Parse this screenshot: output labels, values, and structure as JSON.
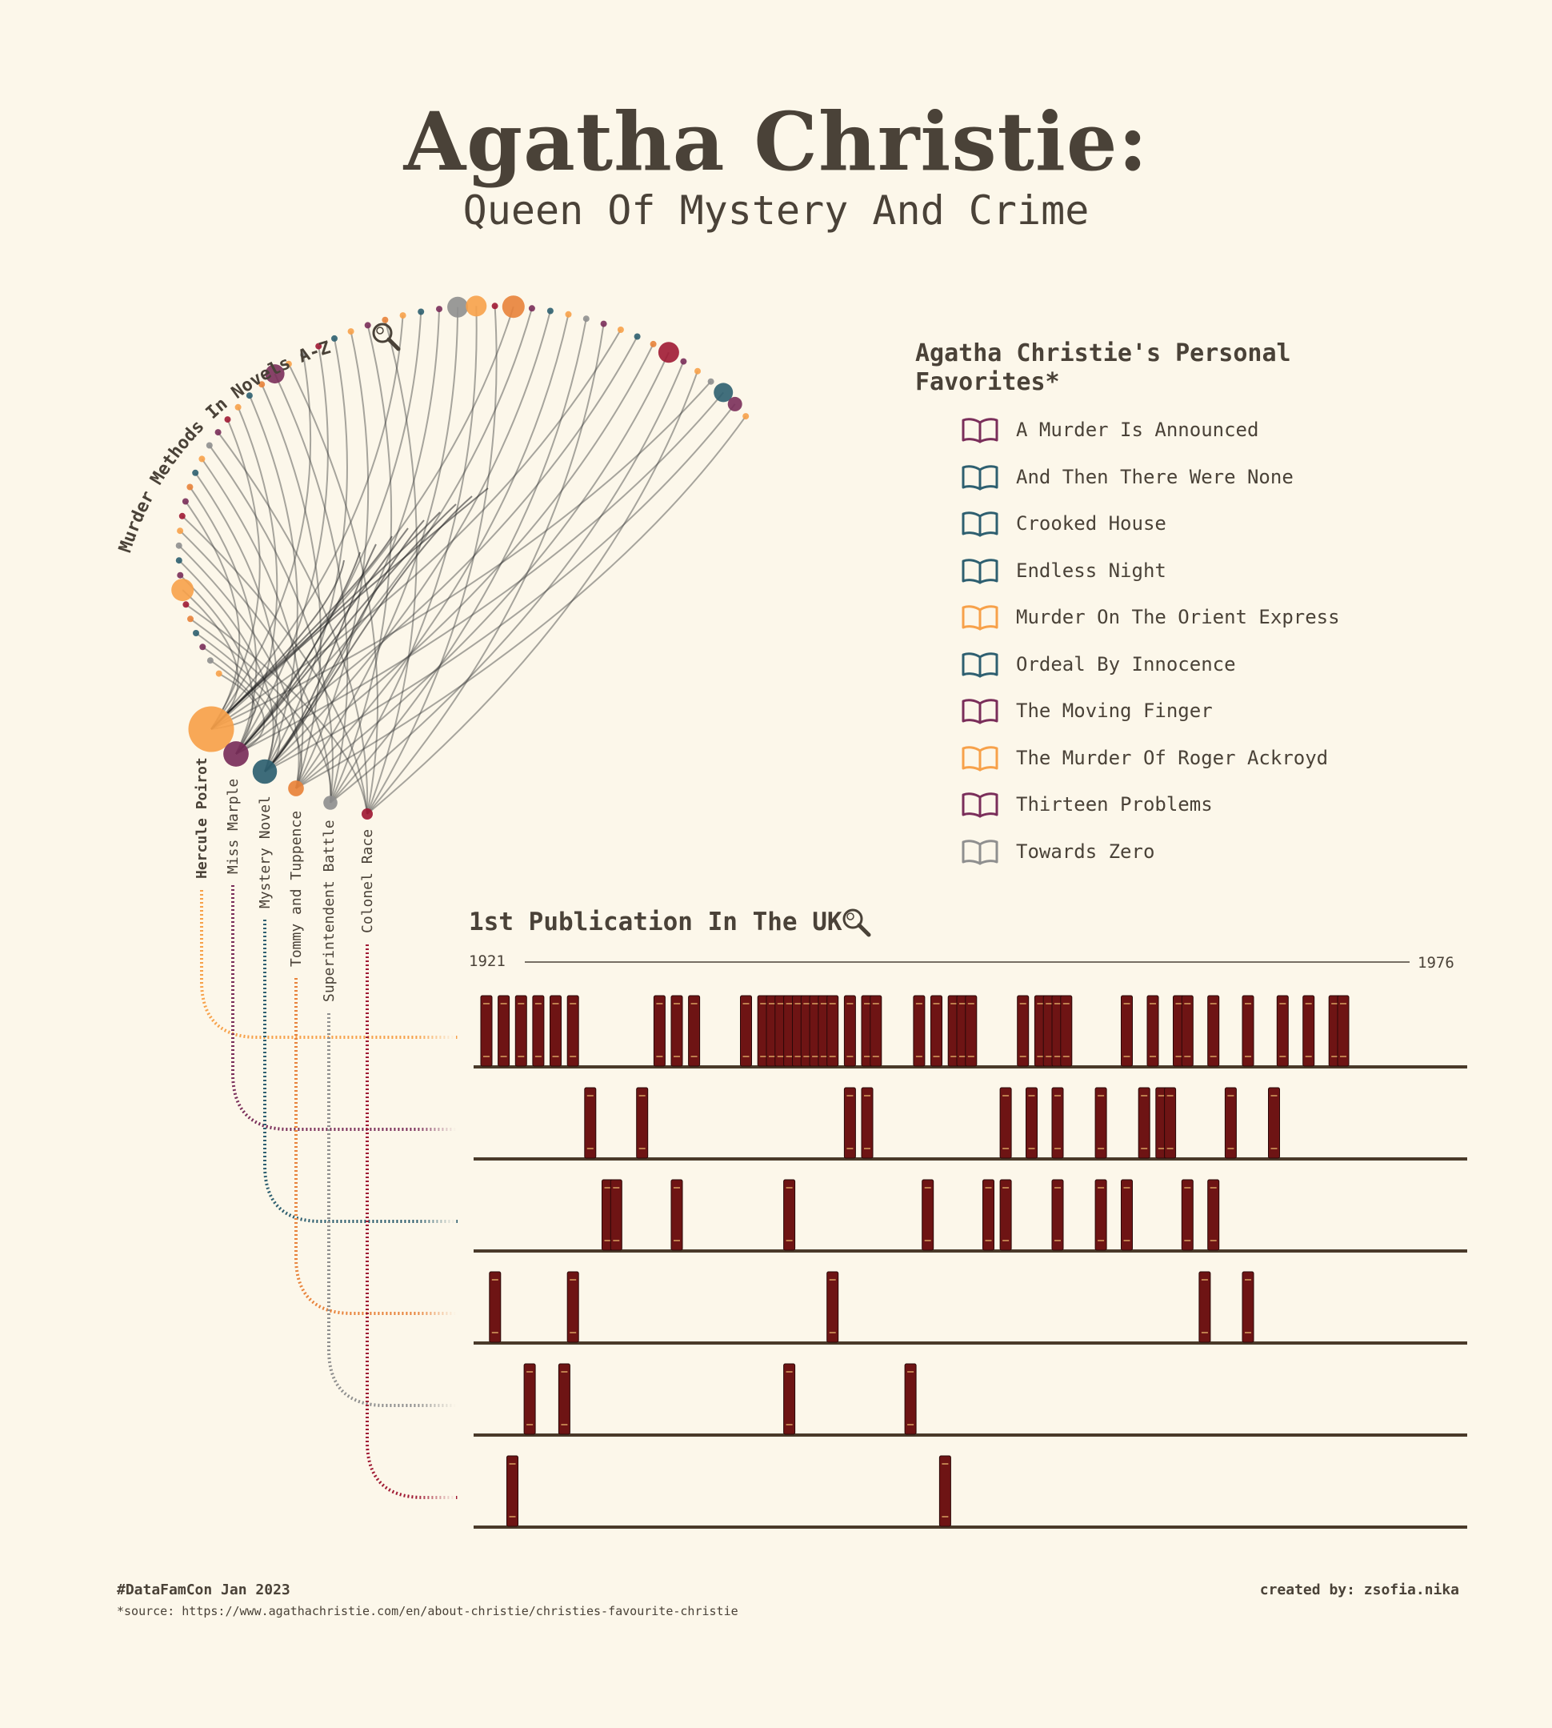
{
  "header": {
    "title": "Agatha Christie:",
    "subtitle": "Queen Of Mystery And Crime"
  },
  "arc_section": {
    "title": "Murder Methods In Novels A-Z",
    "icon": "magnifier-icon",
    "detectives": [
      "Hercule Poirot",
      "Miss Marple",
      "Mystery Novel",
      "Tommy and Tuppence",
      "Superintendent Battle",
      "Colonel Race"
    ]
  },
  "favorites": {
    "title_line1": "Agatha Christie's Personal",
    "title_line2": "Favorites*",
    "items": [
      {
        "title": "A Murder Is Announced",
        "color": "#7a2e5a",
        "icon": "open-book-icon"
      },
      {
        "title": "And Then There Were None",
        "color": "#2e5f70",
        "icon": "open-book-icon"
      },
      {
        "title": "Crooked House",
        "color": "#2e5f70",
        "icon": "open-book-icon"
      },
      {
        "title": "Endless Night",
        "color": "#2e5f70",
        "icon": "open-book-icon"
      },
      {
        "title": "Murder On The Orient Express",
        "color": "#f7a14a",
        "icon": "open-book-icon"
      },
      {
        "title": "Ordeal By Innocence",
        "color": "#2e5f70",
        "icon": "open-book-icon"
      },
      {
        "title": "The Moving Finger",
        "color": "#7a2e5a",
        "icon": "open-book-icon"
      },
      {
        "title": "The Murder Of Roger Ackroyd",
        "color": "#f7a14a",
        "icon": "open-book-icon"
      },
      {
        "title": "Thirteen Problems",
        "color": "#7a2e5a",
        "icon": "open-book-icon"
      },
      {
        "title": "Towards Zero",
        "color": "#8f8f8f",
        "icon": "open-book-icon"
      }
    ]
  },
  "publication": {
    "title": "1st Publication In The UK",
    "icon": "magnifier-icon",
    "start_label": "1921",
    "end_label": "1976"
  },
  "footer": {
    "hashtag": "#DataFamCon Jan 2023",
    "source": "*source: https://www.agathachristie.com/en/about-christie/christies-favourite-christie",
    "credit": "created by: zsofia.nika"
  },
  "colors": {
    "background": "#fcf7ea",
    "text": "#4a4238",
    "book": "#6e1414",
    "shelf": "#4a3a2a",
    "orange": "#f7a14a",
    "plum": "#7a2e5a",
    "teal": "#2e5f70",
    "dark_orange": "#e8823a",
    "grey": "#8f8f8f",
    "crimson": "#a01a34"
  },
  "chart_data": [
    {
      "type": "bar",
      "title": "1st Publication In The UK",
      "x_range": [
        1921,
        1976
      ],
      "series": [
        {
          "name": "Hercule Poirot",
          "x": [
            1921,
            1922,
            1923,
            1924,
            1925,
            1926,
            1931,
            1932,
            1933,
            1936,
            1937,
            1937.5,
            1938,
            1938.5,
            1939,
            1939.5,
            1940,
            1940.5,
            1941,
            1942,
            1943,
            1943.5,
            1946,
            1947,
            1948,
            1948.5,
            1949,
            1952,
            1953,
            1953.5,
            1954,
            1954.5,
            1958,
            1959.5,
            1961,
            1961.5,
            1963,
            1965,
            1967,
            1968.5,
            1970,
            1970.5
          ]
        },
        {
          "name": "Miss Marple",
          "x": [
            1927,
            1930,
            1942,
            1943,
            1951,
            1952.5,
            1954,
            1956.5,
            1959,
            1960,
            1960.5,
            1964,
            1966.5
          ]
        },
        {
          "name": "Mystery Novel",
          "x": [
            1928,
            1928.5,
            1932,
            1938.5,
            1946.5,
            1950,
            1951,
            1954,
            1956.5,
            1958,
            1961.5,
            1963
          ]
        },
        {
          "name": "Tommy and Tuppence",
          "x": [
            1921.5,
            1926,
            1941,
            1962.5,
            1965
          ]
        },
        {
          "name": "Superintendent Battle",
          "x": [
            1923.5,
            1925.5,
            1938.5,
            1945.5
          ]
        },
        {
          "name": "Colonel Race",
          "x": [
            1922.5,
            1947.5
          ]
        }
      ]
    },
    {
      "type": "scatter",
      "title": "Murder Methods In Novels A-Z",
      "x": [
        "Hercule Poirot",
        "Miss Marple",
        "Mystery Novel",
        "Tommy and Tuppence",
        "Superintendent Battle",
        "Colonel Race"
      ],
      "values": [
        42,
        13,
        12,
        5,
        4,
        2
      ]
    }
  ]
}
